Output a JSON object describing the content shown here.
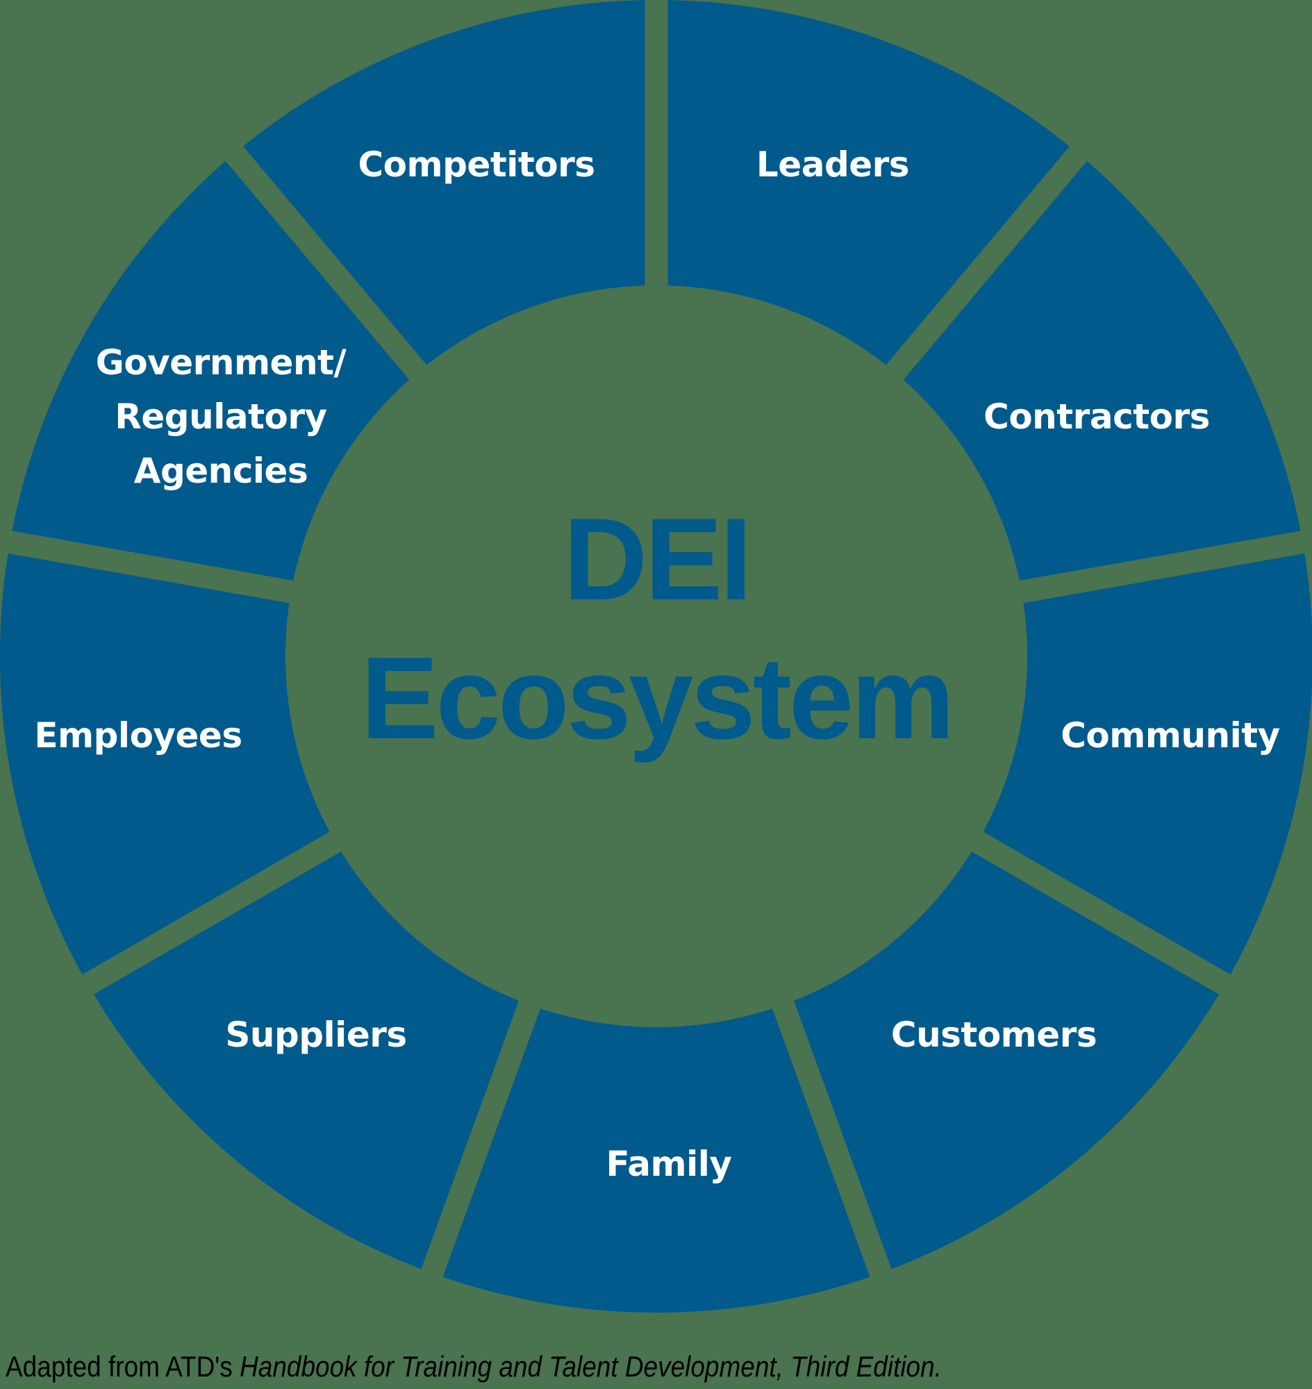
{
  "diagram": {
    "title_line1": "DEI",
    "title_line2": "Ecosystem",
    "colors": {
      "background": "#4a7350",
      "segment": "#005a8c",
      "segment_text": "#ffffff",
      "title_text": "#005a8c",
      "footnote_text": "#000000"
    },
    "segments": [
      {
        "label": "Leaders"
      },
      {
        "label": "Contractors"
      },
      {
        "label": "Community"
      },
      {
        "label": "Customers"
      },
      {
        "label": "Family"
      },
      {
        "label": "Suppliers"
      },
      {
        "label": "Employees"
      },
      {
        "label_lines": [
          "Government/",
          "Regulatory",
          "Agencies"
        ]
      },
      {
        "label": "Competitors"
      }
    ]
  },
  "footnote": {
    "prefix": "Adapted from ATD's ",
    "title": "Handbook for Training and Talent Development, Third Edition."
  }
}
